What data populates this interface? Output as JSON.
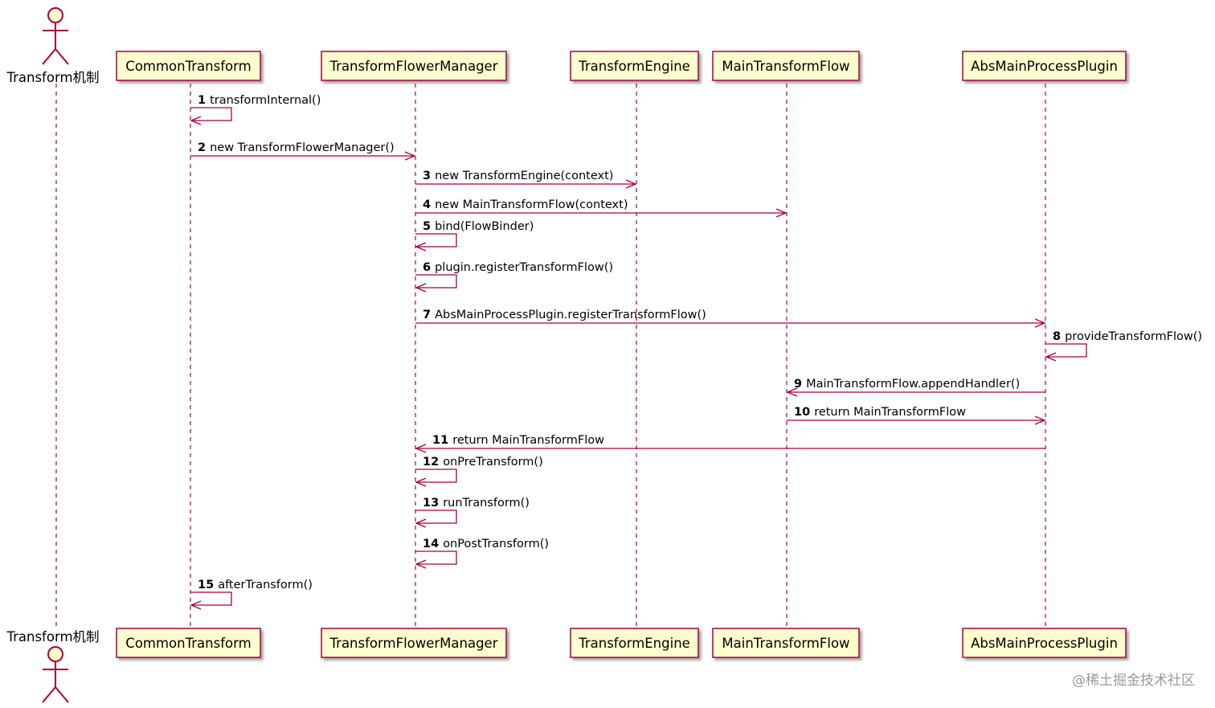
{
  "actor": {
    "name": "Transform机制"
  },
  "participants": [
    {
      "id": "common",
      "name": "CommonTransform"
    },
    {
      "id": "manager",
      "name": "TransformFlowerManager"
    },
    {
      "id": "engine",
      "name": "TransformEngine"
    },
    {
      "id": "flow",
      "name": "MainTransformFlow"
    },
    {
      "id": "plugin",
      "name": "AbsMainProcessPlugin"
    }
  ],
  "messages": [
    {
      "num": "1",
      "from": "common",
      "to": "common",
      "text": "transformInternal()"
    },
    {
      "num": "2",
      "from": "common",
      "to": "manager",
      "text": "new TransformFlowerManager()"
    },
    {
      "num": "3",
      "from": "manager",
      "to": "engine",
      "text": "new TransformEngine(context)"
    },
    {
      "num": "4",
      "from": "manager",
      "to": "flow",
      "text": "new MainTransformFlow(context)"
    },
    {
      "num": "5",
      "from": "manager",
      "to": "manager",
      "text": "bind(FlowBinder)"
    },
    {
      "num": "6",
      "from": "manager",
      "to": "manager",
      "text": "plugin.registerTransformFlow()"
    },
    {
      "num": "7",
      "from": "manager",
      "to": "plugin",
      "text": "AbsMainProcessPlugin.registerTransformFlow()"
    },
    {
      "num": "8",
      "from": "plugin",
      "to": "plugin",
      "text": "provideTransformFlow()"
    },
    {
      "num": "9",
      "from": "plugin",
      "to": "flow",
      "text": "MainTransformFlow.appendHandler()"
    },
    {
      "num": "10",
      "from": "flow",
      "to": "plugin",
      "text": "return MainTransformFlow"
    },
    {
      "num": "11",
      "from": "plugin",
      "to": "manager",
      "text": "return MainTransformFlow"
    },
    {
      "num": "12",
      "from": "manager",
      "to": "manager",
      "text": "onPreTransform()"
    },
    {
      "num": "13",
      "from": "manager",
      "to": "manager",
      "text": "runTransform()"
    },
    {
      "num": "14",
      "from": "manager",
      "to": "manager",
      "text": "onPostTransform()"
    },
    {
      "num": "15",
      "from": "common",
      "to": "common",
      "text": "afterTransform()"
    }
  ],
  "watermark": "@稀土掘金技术社区",
  "colors": {
    "line": "#a80036",
    "box_fill": "#fefece",
    "background": "#ffffff"
  }
}
